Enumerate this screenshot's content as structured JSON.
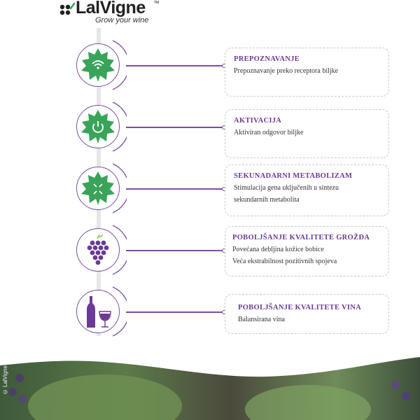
{
  "logo": {
    "name": "LalVigne",
    "tagline": "Grow your wine",
    "trademark": "TM"
  },
  "colors": {
    "accent": "#6b3a96",
    "leaf": "#3aa35a",
    "grape": "#6b3a96"
  },
  "steps": [
    {
      "icon": "leaf-wifi-icon",
      "title": "PREPOZNAVANJE",
      "lines": [
        "Prepoznavanje preko receptora biljke"
      ]
    },
    {
      "icon": "leaf-power-icon",
      "title": "AKTIVACIJA",
      "lines": [
        "Aktiviran odgovor biljke"
      ]
    },
    {
      "icon": "leaf-arrows-icon",
      "title": "SEKUNADARNI METABOLIZAM",
      "lines": [
        "Stimulacija gena uključenih u sintezu",
        "sekundarnih metabolita"
      ]
    },
    {
      "icon": "grapes-icon",
      "title": "POBOLJŠANJE KVALITETE GROŽĐA",
      "lines": [
        "Povećana debljina kožice bobice",
        "Veća ekstrabilnost pozitivnih spojeva"
      ]
    },
    {
      "icon": "wine-bottle-glass-icon",
      "title": "POBOLJŠANJE KVALITETE VINA",
      "lines": [
        "Balansirana vina"
      ]
    }
  ],
  "footer": {
    "copyright": "© LalVigne"
  }
}
